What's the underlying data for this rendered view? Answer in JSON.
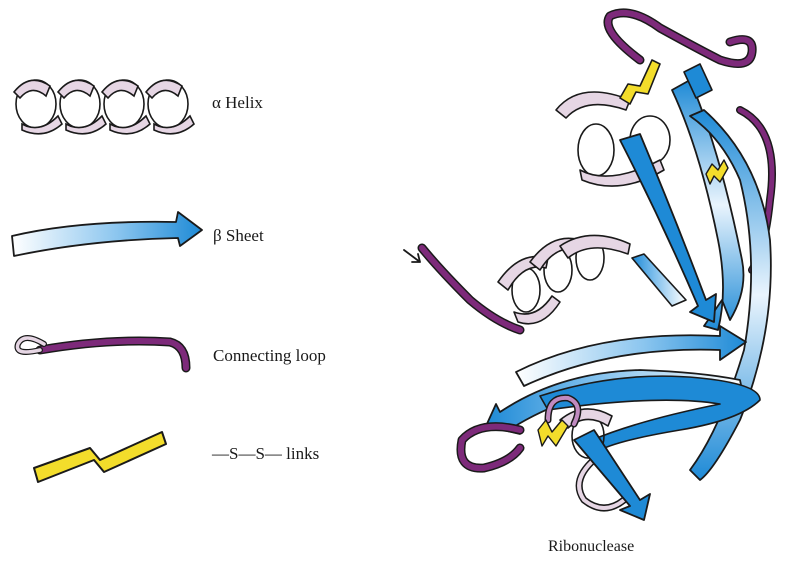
{
  "legend": {
    "helix_label": "α Helix",
    "sheet_label": "β Sheet",
    "loop_label": "Connecting loop",
    "disulfide_label": "—S—S— links"
  },
  "structure": {
    "caption": "Ribonuclease"
  },
  "colors": {
    "helix": "#e2cfe0",
    "helix_outline": "#1a1a1a",
    "sheet_light": "#e9f4fd",
    "sheet": "#1e90dc",
    "loop": "#7d2a7a",
    "disulfide": "#f3dd2b"
  },
  "icons": [
    "helix-ribbon-icon",
    "sheet-arrow-icon",
    "loop-tube-icon",
    "disulfide-bolt-icon",
    "n-terminus-arrow-icon"
  ]
}
